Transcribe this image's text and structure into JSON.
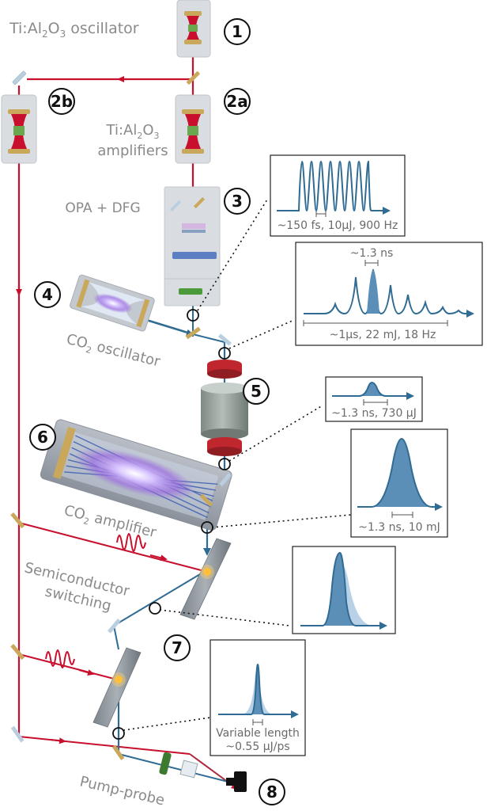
{
  "labels": {
    "oscillator_ti_prefix": "Ti:Al",
    "oscillator_ti_sub2": "2",
    "oscillator_ti_mid": "O",
    "oscillator_ti_sub3": "3",
    "oscillator_ti_suffix": " oscillator",
    "amplifiers_line1_prefix": "Ti:Al",
    "amplifiers_line1_sub2": "2",
    "amplifiers_line1_mid": "O",
    "amplifiers_line1_sub3": "3",
    "amplifiers_line2": "amplifiers",
    "opa": "OPA + DFG",
    "co2_osc_prefix": "CO",
    "co2_osc_sub": "2",
    "co2_osc_suffix": " oscillator",
    "co2_amp_prefix": "CO",
    "co2_amp_sub": "2",
    "co2_amp_suffix": " amplifier",
    "semi_line1": "Semiconductor",
    "semi_line2": "switching",
    "pump_probe": "Pump-probe"
  },
  "markers": [
    "1",
    "2a",
    "2b",
    "3",
    "4",
    "5",
    "6",
    "7",
    "8"
  ],
  "insets": [
    {
      "caption": "~150 fs, 10µJ, 900 Hz"
    },
    {
      "top_label": "~1.3 ns",
      "caption": "~1µs, 22 mJ, 18 Hz"
    },
    {
      "caption": "~1.3 ns, 730 µJ"
    },
    {
      "caption": "~1.3 ns, 10 mJ"
    },
    {
      "caption": ""
    },
    {
      "caption_line1": "Variable length",
      "caption_line2": "~0.55 µJ/ps"
    }
  ],
  "colors": {
    "beam_red": "#c8102e",
    "beam_blue": "#2f6b92",
    "pulse_fill": "#5b8fb8",
    "pulse_light": "#b8d1e6",
    "housing": "#d9dce0",
    "mirror_gold": "#c9a85c",
    "amp_body": "#8f9a94",
    "ring_red": "#c0262e",
    "laser_purple": "#9b6bdf"
  },
  "icons": [
    "mirror-icon",
    "laser-cavity-icon",
    "pump-pulse-icon",
    "detector-icon",
    "germanium-slab-icon"
  ]
}
